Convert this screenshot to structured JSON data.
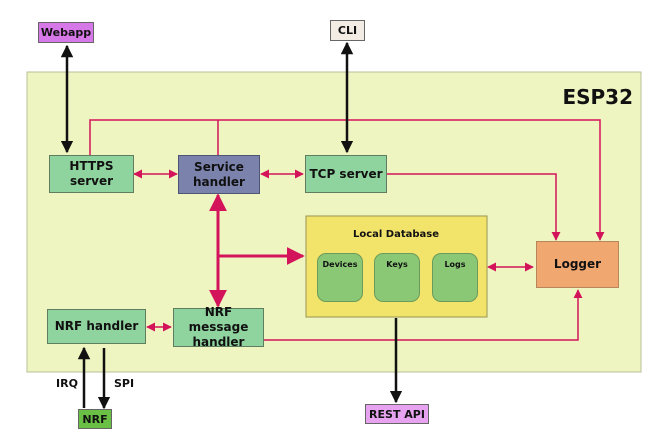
{
  "container": {
    "title": "ESP32"
  },
  "external": {
    "webapp": "Webapp",
    "cli": "CLI",
    "nrf": "NRF",
    "rest_api": "REST API"
  },
  "blocks": {
    "https_server": "HTTPS\nserver",
    "service_handler": "Service\nhandler",
    "tcp_server": "TCP server",
    "local_database": "Local Database",
    "logger": "Logger",
    "nrf_handler": "NRF handler",
    "nrf_message_handler": "NRF message\nhandler"
  },
  "database_items": [
    "Devices",
    "Keys",
    "Logs"
  ],
  "signals": {
    "irq": "IRQ",
    "spi": "SPI"
  },
  "colors": {
    "container": "#eef5c0",
    "block_green": "#8fd39e",
    "service": "#7b83ad",
    "database": "#f2e36b",
    "logger": "#f0a770",
    "webapp": "#d778e8",
    "cli": "#f2ece4",
    "nrf": "#6abf45",
    "rest_api": "#e8a3f0",
    "connector": "#d4145a",
    "link": "#111111"
  }
}
